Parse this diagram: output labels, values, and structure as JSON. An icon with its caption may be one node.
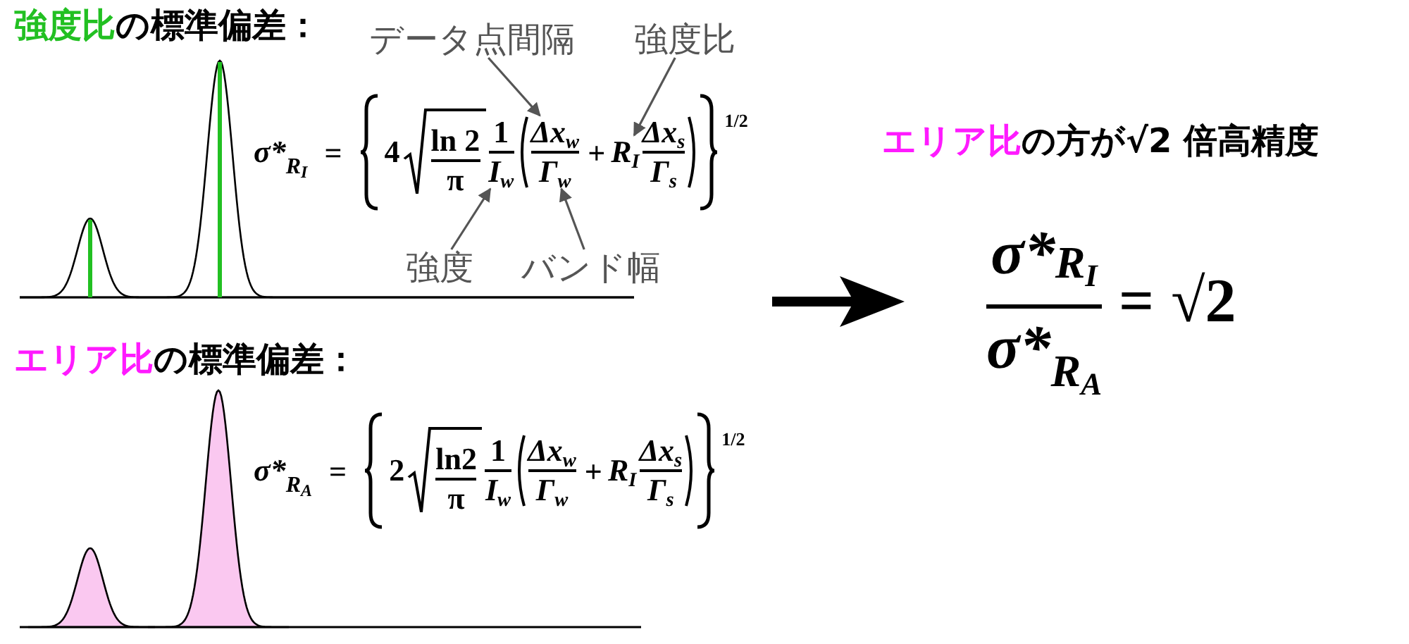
{
  "diagram": {
    "nodes": [
      {
        "text": [
          "データ点間隔"
        ]
      },
      {
        "text": [
          "強度比"
        ]
      },
      {
        "text": [
          "Δx$_{w}$"
        ]
      },
      {
        "text": [
          "R$_{I}$"
        ]
      },
      {
        "text": [
          "I$_{w}$"
        ]
      },
      {
        "text": [
          "Γ$_{w}$"
        ]
      },
      {
        "text": [
          "強度"
        ]
      },
      {
        "text": [
          "バンド幅"
        ]
      }
    ],
    "edges": [
      {
        "from": 0,
        "to": 2,
        "arrow": "to"
      },
      {
        "from": 1,
        "to": 3,
        "arrow": "to"
      },
      {
        "from": 6,
        "to": 4,
        "arrow": "to"
      },
      {
        "from": 7,
        "to": 5,
        "arrow": "to"
      }
    ],
    "labels": [
      "強度比",
      "の標準偏差：",
      "σ*",
      "R$_{I}$",
      "=",
      "4",
      "ln 2",
      "π",
      "1",
      "+",
      "Δx$_{s}$",
      "Γ$_{s}$",
      "1/2",
      "エリア比",
      "の標準偏差：",
      "σ*",
      "R$_{A}$",
      "=",
      "2",
      "ln2",
      "π",
      "1",
      "I$_{w}$",
      "Δx$_{w}$",
      "Γ$_{w}$",
      "+",
      "R$_{I}$",
      "Δx$_{s}$",
      "Γ$_{s}$",
      "1/2",
      "エリア比",
      "の方が√2 倍高精度",
      "σ*",
      "R$_{I}$",
      "σ*",
      "R$_{A}$",
      "=",
      "√2"
    ]
  }
}
